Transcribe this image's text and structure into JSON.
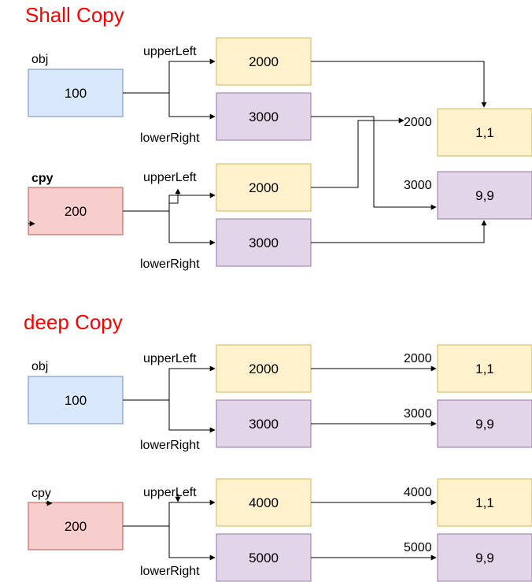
{
  "colors": {
    "title": "#ff0000",
    "blue_fill": "#dae8fc",
    "blue_stroke": "#6c8ebf",
    "red_fill": "#f8cecc",
    "red_stroke": "#b85450",
    "yellow_fill": "#fff2cc",
    "yellow_stroke": "#d6b656",
    "purple_fill": "#e1d5e7",
    "purple_stroke": "#9673a6",
    "line": "#000000",
    "text": "#000000"
  },
  "shallow": {
    "title": "Shall Copy",
    "obj": {
      "label": "obj",
      "value": "100"
    },
    "cpy": {
      "label": "cpy",
      "value": "200"
    },
    "obj_upper_label": "upperLeft",
    "obj_lower_label": "lowerRight",
    "cpy_upper_label": "upperLeft",
    "cpy_lower_label": "lowerRight",
    "obj_upper": "2000",
    "obj_lower": "3000",
    "cpy_upper": "2000",
    "cpy_lower": "3000",
    "point1": {
      "address": "2000",
      "value": "1,1"
    },
    "point2": {
      "address": "3000",
      "value": "9,9"
    }
  },
  "deep": {
    "title": "deep Copy",
    "obj": {
      "label": "obj",
      "value": "100"
    },
    "cpy": {
      "label": "cpy",
      "value": "200"
    },
    "obj_upper_label": "upperLeft",
    "obj_lower_label": "lowerRight",
    "cpy_upper_label": "upperLeft",
    "cpy_lower_label": "lowerRight",
    "obj_upper": "2000",
    "obj_lower": "3000",
    "cpy_upper": "4000",
    "cpy_lower": "5000",
    "obj_point1": {
      "address": "2000",
      "value": "1,1"
    },
    "obj_point2": {
      "address": "3000",
      "value": "9,9"
    },
    "cpy_point1": {
      "address": "4000",
      "value": "1,1"
    },
    "cpy_point2": {
      "address": "5000",
      "value": "9,9"
    }
  }
}
